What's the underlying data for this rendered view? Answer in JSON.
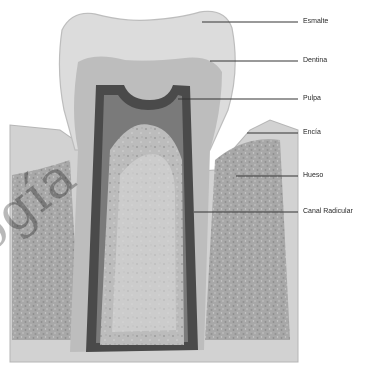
{
  "diagram": {
    "labels": {
      "esmalte": "Esmalte",
      "dentina": "Dentina",
      "pulpa": "Pulpa",
      "encia": "Encía",
      "hueso": "Hueso",
      "canal": "Canal Radicular"
    },
    "watermark": "ogía",
    "colors": {
      "enamel": "#d6d6d6",
      "dentin": "#bdbdbd",
      "pulp": "#444444",
      "gum": "#c9c9c9",
      "bone": "#a9a9a9",
      "leader": "#333333"
    }
  }
}
